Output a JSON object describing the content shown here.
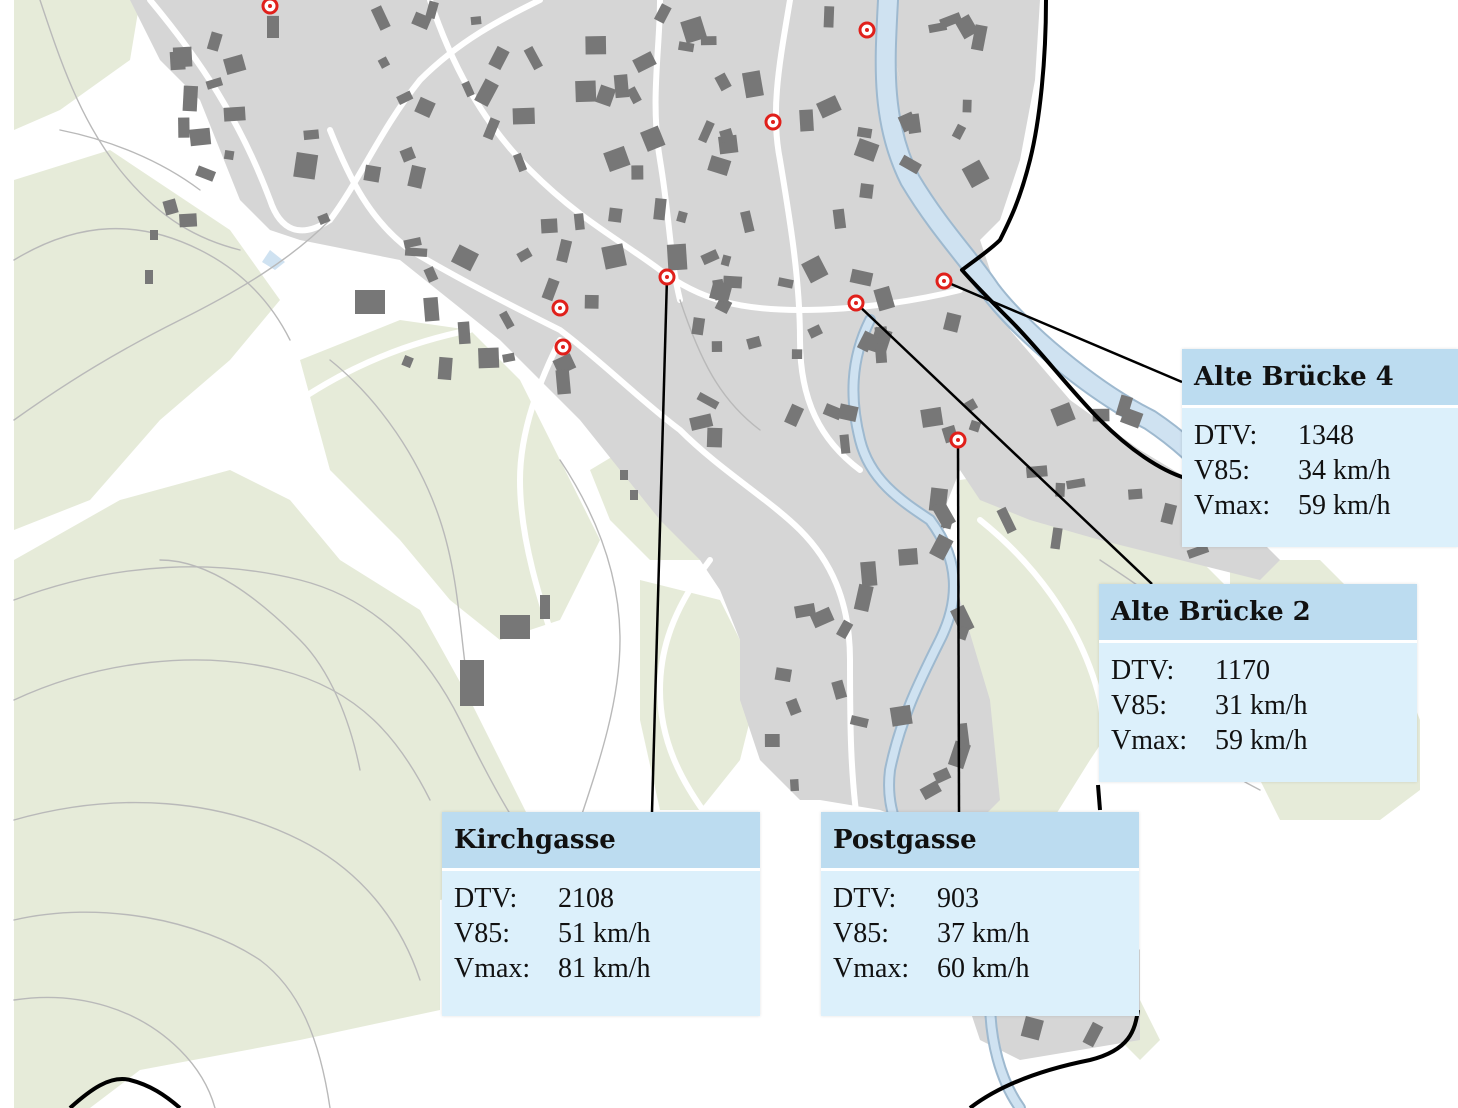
{
  "map": {
    "colors": {
      "background": "#ffffff",
      "green_area": "#e6ebd9",
      "built_area": "#d6d6d6",
      "building": "#777777",
      "road": "#ffffff",
      "river": "#cfe2f1",
      "river_edge": "#9eb9cf",
      "boundary": "#000000",
      "marker": "#e0201b",
      "callout_header": "#bcdcf0",
      "callout_body": "#dcf0fb"
    },
    "markers": [
      {
        "name": "marker-top-left"
      },
      {
        "name": "marker-top-right"
      },
      {
        "name": "marker-north"
      },
      {
        "name": "marker-kirchgasse"
      },
      {
        "name": "marker-west-1"
      },
      {
        "name": "marker-west-2"
      },
      {
        "name": "marker-alte-bruecke-4"
      },
      {
        "name": "marker-alte-bruecke-2"
      },
      {
        "name": "marker-postgasse"
      }
    ]
  },
  "callouts": [
    {
      "id": "alte-bruecke-4",
      "title": "Alte Brücke 4",
      "rows": [
        {
          "label": "DTV:",
          "value": "1348"
        },
        {
          "label": "V85:",
          "value": "34 km/h"
        },
        {
          "label": "Vmax:",
          "value": "59 km/h"
        }
      ]
    },
    {
      "id": "alte-bruecke-2",
      "title": "Alte Brücke 2",
      "rows": [
        {
          "label": "DTV:",
          "value": "1170"
        },
        {
          "label": "V85:",
          "value": "31 km/h"
        },
        {
          "label": "Vmax:",
          "value": "59 km/h"
        }
      ]
    },
    {
      "id": "kirchgasse",
      "title": "Kirchgasse",
      "rows": [
        {
          "label": "DTV:",
          "value": "2108"
        },
        {
          "label": "V85:",
          "value": "51 km/h"
        },
        {
          "label": "Vmax:",
          "value": "81 km/h"
        }
      ]
    },
    {
      "id": "postgasse",
      "title": "Postgasse",
      "rows": [
        {
          "label": "DTV:",
          "value": "903"
        },
        {
          "label": "V85:",
          "value": "37 km/h"
        },
        {
          "label": "Vmax:",
          "value": "60 km/h"
        }
      ]
    }
  ]
}
